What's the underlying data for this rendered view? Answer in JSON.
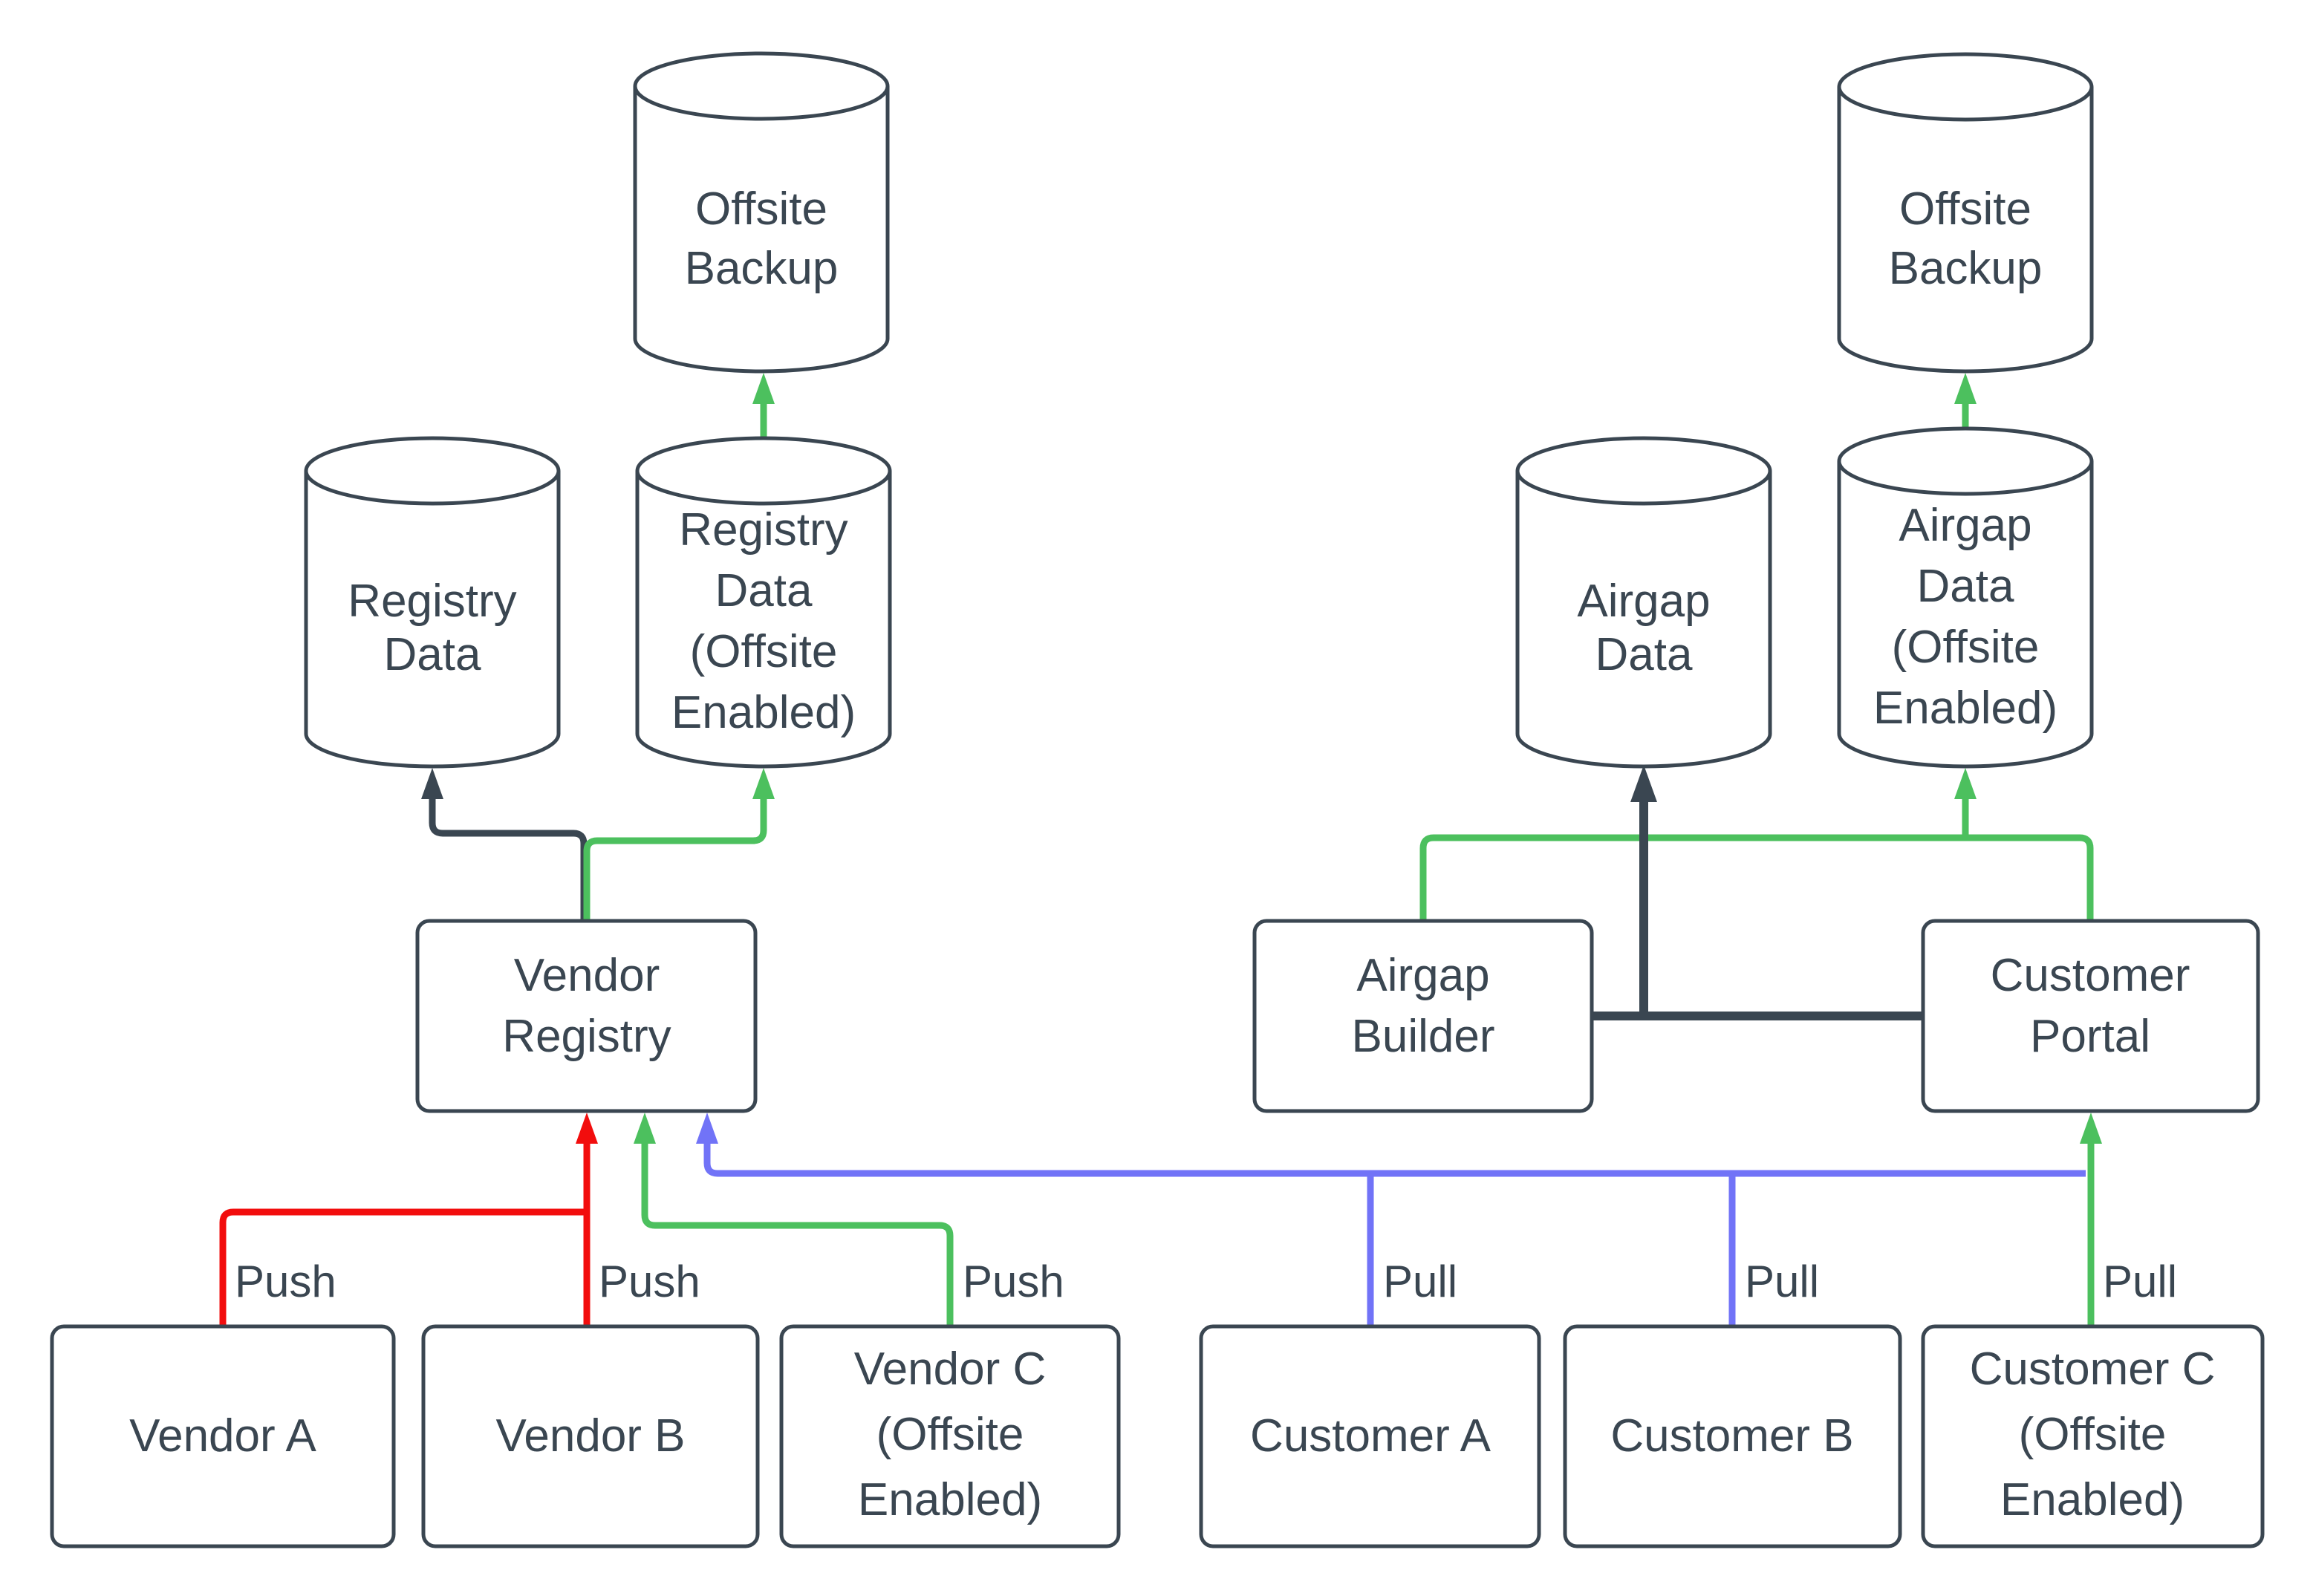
{
  "colors": {
    "ink": "#3a4651",
    "red": "#f20d0d",
    "green": "#4cc05e",
    "blue": "#7173f7",
    "background": "#ffffff"
  },
  "nodes": {
    "offsite_backup_left": {
      "type": "database-cylinder",
      "lines": [
        "Offsite",
        "Backup"
      ]
    },
    "registry_data": {
      "type": "database-cylinder",
      "lines": [
        "Registry",
        "Data"
      ]
    },
    "registry_data_offsite": {
      "type": "database-cylinder",
      "lines": [
        "Registry",
        "Data",
        "(Offsite",
        "Enabled)"
      ]
    },
    "vendor_registry": {
      "type": "process-box",
      "lines": [
        "Vendor",
        "Registry"
      ]
    },
    "vendor_a": {
      "type": "process-box",
      "lines": [
        "Vendor A"
      ]
    },
    "vendor_b": {
      "type": "process-box",
      "lines": [
        "Vendor B"
      ]
    },
    "vendor_c": {
      "type": "process-box",
      "lines": [
        "Vendor C",
        "(Offsite",
        "Enabled)"
      ]
    },
    "offsite_backup_right": {
      "type": "database-cylinder",
      "lines": [
        "Offsite",
        "Backup"
      ]
    },
    "airgap_data": {
      "type": "database-cylinder",
      "lines": [
        "Airgap",
        "Data"
      ]
    },
    "airgap_data_offsite": {
      "type": "database-cylinder",
      "lines": [
        "Airgap",
        "Data",
        "(Offsite",
        "Enabled)"
      ]
    },
    "airgap_builder": {
      "type": "process-box",
      "lines": [
        "Airgap",
        "Builder"
      ]
    },
    "customer_portal": {
      "type": "process-box",
      "lines": [
        "Customer",
        "Portal"
      ]
    },
    "customer_a": {
      "type": "process-box",
      "lines": [
        "Customer A"
      ]
    },
    "customer_b": {
      "type": "process-box",
      "lines": [
        "Customer B"
      ]
    },
    "customer_c": {
      "type": "process-box",
      "lines": [
        "Customer C",
        "(Offsite",
        "Enabled)"
      ]
    }
  },
  "edge_labels": {
    "vendor_a_push": "Push",
    "vendor_b_push": "Push",
    "vendor_c_push": "Push",
    "customer_a_pull": "Pull",
    "customer_b_pull": "Pull",
    "customer_c_pull": "Pull"
  }
}
